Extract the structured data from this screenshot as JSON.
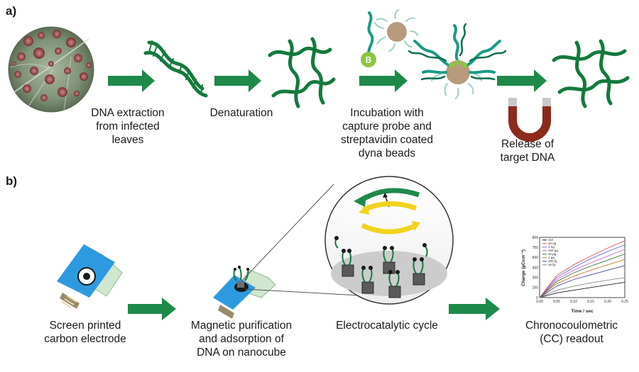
{
  "panel_a": {
    "label": "a)",
    "steps": [
      {
        "lines": [
          "DNA extraction",
          "from infected",
          "leaves"
        ]
      },
      {
        "lines": [
          "Denaturation"
        ]
      },
      {
        "lines": [
          "Incubation with",
          "capture probe and",
          "streptavidin coated",
          "dyna beads"
        ]
      },
      {
        "lines": [
          "Release of",
          "target DNA"
        ]
      }
    ],
    "biotin_label": "B"
  },
  "panel_b": {
    "label": "b)",
    "steps": [
      {
        "lines": [
          "Screen printed",
          "carbon electrode"
        ]
      },
      {
        "lines": [
          "Magnetic purification",
          "and adsorption of",
          "DNA on nanocube"
        ]
      },
      {
        "lines": [
          "Electrocatalytic cycle"
        ]
      },
      {
        "lines": [
          "Chronocoulometric",
          "(CC) readout"
        ]
      }
    ]
  },
  "colors": {
    "arrow_green": "#1e8a4a",
    "dna_green": "#137a3c",
    "probe_teal": "#1a9a86",
    "bead_tan": "#b89a7c",
    "biotin_lime": "#8cc63f",
    "magnet_red": "#8c2a1c",
    "cycle_yellow": "#f2d21b",
    "electrode_blue": "#2d9ae0"
  },
  "chart_data": {
    "type": "line",
    "title": "",
    "xlabel": "Time / sec",
    "ylabel": "Charge (µCcm⁻²)",
    "xlim": [
      0,
      0.25
    ],
    "ylim": [
      0,
      900
    ],
    "x_ticks": [
      "0.00",
      "0.05",
      "0.10",
      "0.15",
      "0.20",
      "0.25"
    ],
    "y_ticks": [
      "0",
      "150",
      "300",
      "450",
      "600",
      "750",
      "900"
    ],
    "x": [
      0,
      0.05,
      0.1,
      0.15,
      0.2,
      0.25
    ],
    "series": [
      {
        "name": "Ctrl",
        "color": "#222222",
        "values": [
          0,
          70,
          110,
          150,
          190,
          230
        ]
      },
      {
        "name": "10 ng",
        "color": "#e05050",
        "values": [
          0,
          330,
          490,
          620,
          740,
          850
        ]
      },
      {
        "name": "1 ng",
        "color": "#6a6adb",
        "values": [
          0,
          300,
          450,
          580,
          690,
          790
        ]
      },
      {
        "name": "100 pg",
        "color": "#cc66cc",
        "values": [
          0,
          270,
          410,
          520,
          620,
          720
        ]
      },
      {
        "name": "10 pg",
        "color": "#3a7a3a",
        "values": [
          0,
          240,
          370,
          470,
          560,
          650
        ]
      },
      {
        "name": "1 pg",
        "color": "#c07a2a",
        "values": [
          0,
          210,
          320,
          410,
          490,
          570
        ]
      },
      {
        "name": "100 fg",
        "color": "#444499",
        "values": [
          0,
          170,
          270,
          340,
          410,
          480
        ]
      },
      {
        "name": "10 fg",
        "color": "#888888",
        "values": [
          0,
          110,
          170,
          220,
          260,
          300
        ]
      }
    ]
  }
}
